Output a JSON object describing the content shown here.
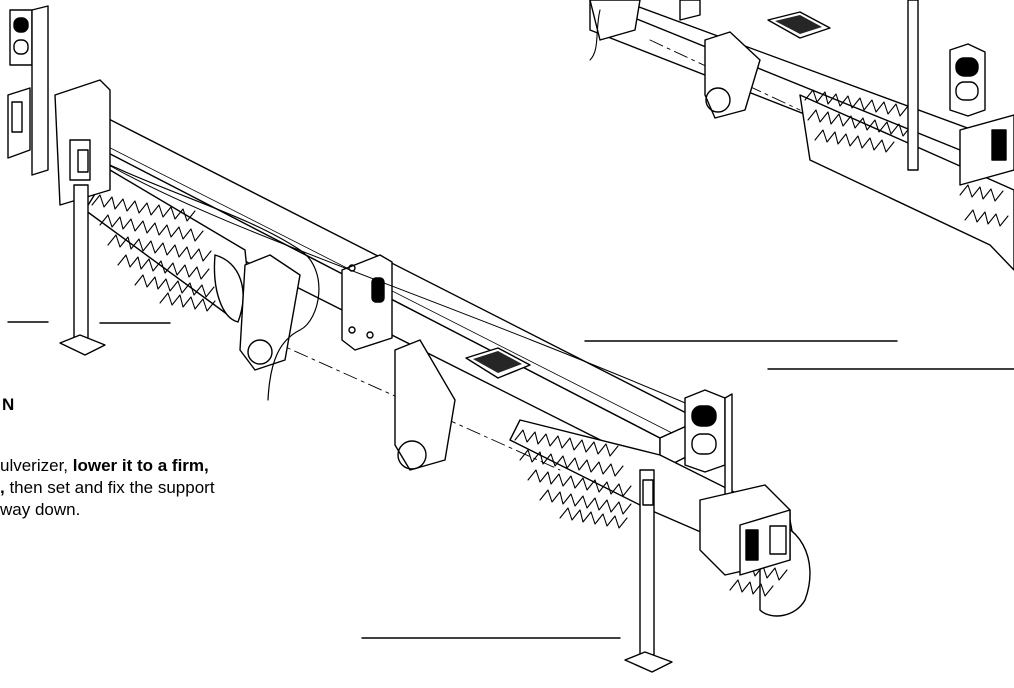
{
  "text": {
    "heading": "N",
    "line1_normal": "ulverizer, ",
    "line1_bold": "lower it to a firm,",
    "line2_bold": ",",
    "line2_normal": " then set and fix the support",
    "line3_normal": "way down."
  },
  "colors": {
    "ink": "#000000",
    "paper": "#ffffff"
  }
}
